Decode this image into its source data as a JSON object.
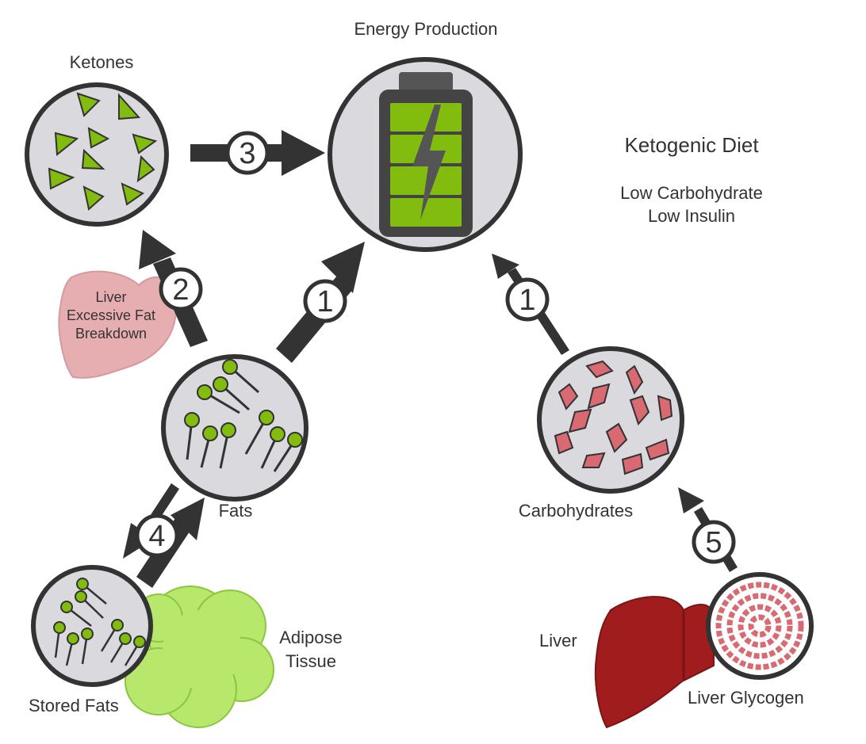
{
  "nodes": {
    "energy_production": "Energy Production",
    "ketones": "Ketones",
    "fats": "Fats",
    "carbohydrates": "Carbohydrates",
    "stored_fats": "Stored Fats",
    "adipose_tissue": [
      "Adipose",
      "Tissue"
    ],
    "liver": "Liver",
    "liver_glycogen": "Liver Glycogen",
    "liver_breakdown": [
      "Liver",
      "Excessive Fat",
      "Breakdown"
    ]
  },
  "info": {
    "title": "Ketogenic Diet",
    "lines": [
      "Low Carbohydrate",
      "Low Insulin"
    ]
  },
  "steps": {
    "fats_to_energy": "1",
    "carbs_to_energy": "1",
    "fats_to_ketones": "2",
    "ketones_to_energy": "3",
    "fats_stored_fats": "4",
    "glycogen_to_carbs": "5"
  },
  "colors": {
    "circle_fill": "#d9d9de",
    "outline": "#333333",
    "green": "#82bc0e",
    "adipose_green": "#b7e86c",
    "carb_pink": "#d96a72",
    "liver_red": "#a01c1d",
    "liver_pink": "#e3a0a4"
  }
}
